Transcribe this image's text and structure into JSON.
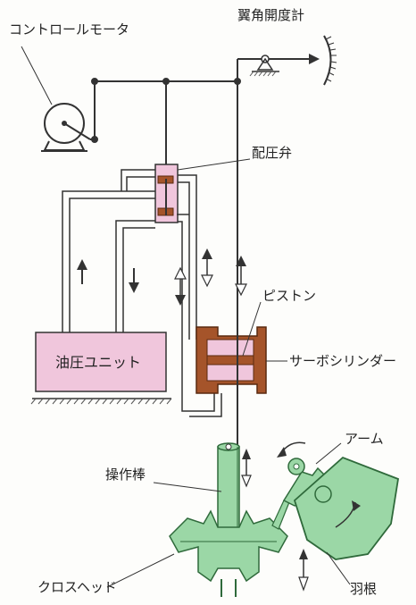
{
  "labels": {
    "control_motor": "コントロールモータ",
    "blade_angle_meter": "翼角開度計",
    "distribution_valve": "配圧弁",
    "piston": "ピストン",
    "servo_cylinder": "サーボシリンダー",
    "hydraulic_unit": "油圧ユニット",
    "arm": "アーム",
    "operating_rod": "操作棒",
    "crosshead": "クロスヘッド",
    "blade": "羽根"
  },
  "colors": {
    "pink_fill": "#f0c6dc",
    "servo_brown": "#a5542a",
    "mechanism_green": "#9bd7a6",
    "line": "#333333"
  }
}
